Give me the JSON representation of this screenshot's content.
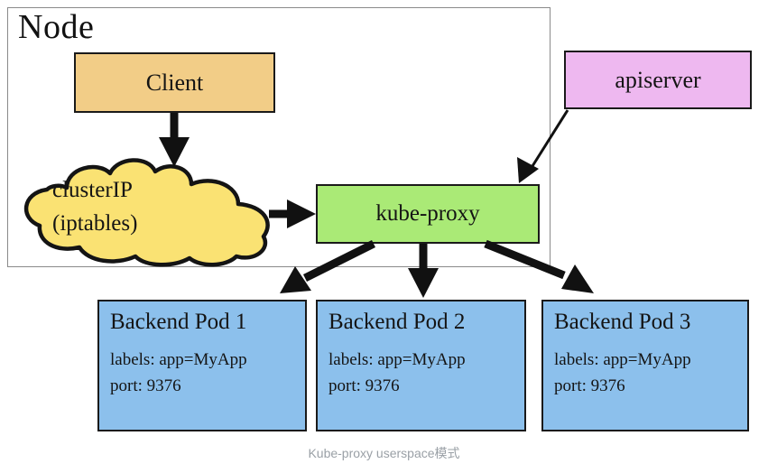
{
  "diagram": {
    "caption": "Kube-proxy userspace模式",
    "node": {
      "label": "Node"
    },
    "nodes": {
      "client": {
        "label": "Client",
        "color": "#f2cd87"
      },
      "apiserver": {
        "label": "apiserver",
        "color": "#eeb8f0"
      },
      "kube_proxy": {
        "label": "kube-proxy",
        "color": "#aaea76"
      },
      "cluster_ip": {
        "line1": "clusterIP",
        "line2": "(iptables)",
        "color": "#fae273"
      }
    },
    "pods": [
      {
        "title": "Backend Pod 1",
        "labels": "labels: app=MyApp",
        "port": "port: 9376",
        "color": "#8cc0ec"
      },
      {
        "title": "Backend Pod 2",
        "labels": "labels: app=MyApp",
        "port": "port: 9376",
        "color": "#8cc0ec"
      },
      {
        "title": "Backend Pod 3",
        "labels": "labels: app=MyApp",
        "port": "port: 9376",
        "color": "#8cc0ec"
      }
    ],
    "edges": [
      {
        "from": "client",
        "to": "cluster_ip",
        "style": "bold-vertical"
      },
      {
        "from": "cluster_ip",
        "to": "kube_proxy",
        "style": "bold-horizontal"
      },
      {
        "from": "apiserver",
        "to": "kube_proxy",
        "style": "thin-diagonal"
      },
      {
        "from": "kube_proxy",
        "to": "pod1",
        "style": "bold-diagonal"
      },
      {
        "from": "kube_proxy",
        "to": "pod2",
        "style": "bold-vertical"
      },
      {
        "from": "kube_proxy",
        "to": "pod3",
        "style": "bold-diagonal"
      }
    ]
  }
}
